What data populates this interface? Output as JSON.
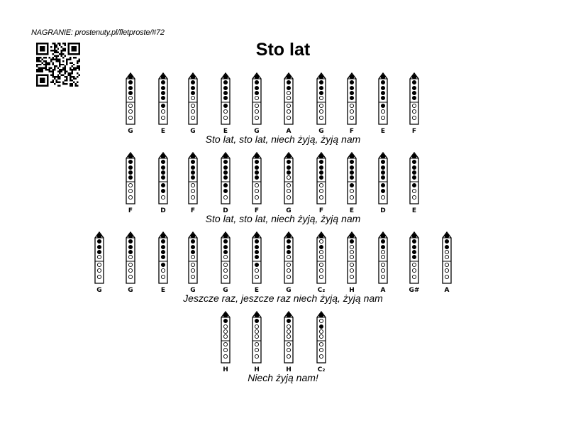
{
  "recording_label": "NAGRANIE: prostenuty.pl/fletproste/#72",
  "title": "Sto lat",
  "rows": [
    {
      "lyric": "Sto lat, sto lat, niech żyją, żyją nam",
      "notes": [
        "G",
        "E",
        "G",
        "E",
        "G",
        "A",
        "G",
        "F",
        "E",
        "F"
      ]
    },
    {
      "lyric": "Sto lat, sto lat, niech żyją, żyją nam",
      "notes": [
        "F",
        "D",
        "F",
        "D",
        "F",
        "G",
        "F",
        "E",
        "D",
        "E"
      ]
    },
    {
      "lyric": "Jeszcze raz, jeszcze raz niech żyją, żyją nam",
      "notes": [
        "G",
        "G",
        "E",
        "G",
        "G",
        "E",
        "G",
        "C₂",
        "H",
        "A",
        "G#",
        "A"
      ]
    },
    {
      "lyric": "Niech żyją nam!",
      "notes": [
        "H",
        "H",
        "H",
        "C₂"
      ]
    }
  ],
  "fingerings": {
    "C₂": [
      1,
      0,
      1,
      0,
      0,
      0,
      0,
      0
    ],
    "H": [
      1,
      1,
      0,
      0,
      0,
      0,
      0,
      0
    ],
    "A": [
      1,
      1,
      1,
      0,
      0,
      0,
      0,
      0
    ],
    "G#": [
      1,
      1,
      1,
      1,
      1,
      0,
      0,
      0
    ],
    "G": [
      1,
      1,
      1,
      1,
      0,
      0,
      0,
      0
    ],
    "F": [
      1,
      1,
      1,
      1,
      1,
      0,
      0,
      0
    ],
    "E": [
      1,
      1,
      1,
      1,
      1,
      1,
      0,
      0
    ],
    "D": [
      1,
      1,
      1,
      1,
      1,
      1,
      1,
      0
    ]
  }
}
